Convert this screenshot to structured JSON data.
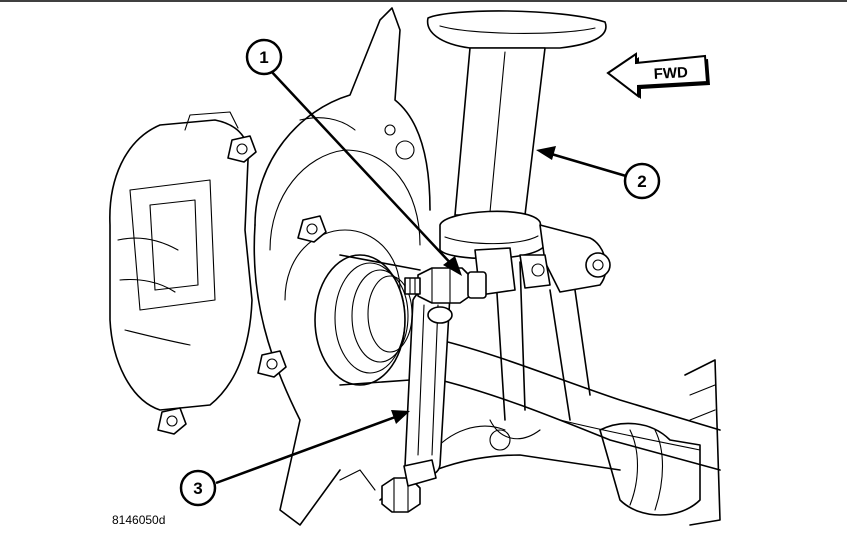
{
  "callouts": [
    {
      "number": "1"
    },
    {
      "number": "2"
    },
    {
      "number": "3"
    }
  ],
  "direction_label": "FWD",
  "figure_code": "8146050d"
}
